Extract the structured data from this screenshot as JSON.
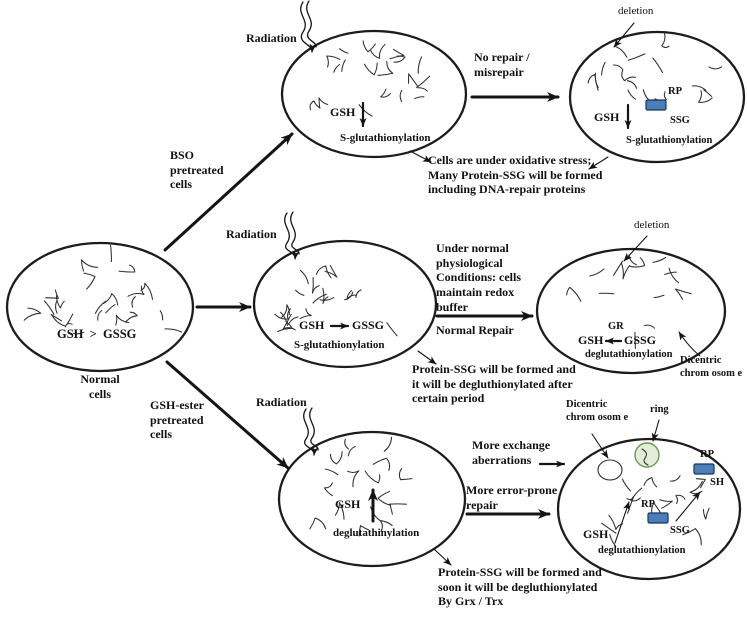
{
  "colors": {
    "ink": "#141414",
    "protein_fill": "#4a7ebb",
    "protein_edge": "#17365d",
    "ring_fill": "#dcead2",
    "ring_edge": "#6b9a57"
  },
  "radiation_label": "Radiation",
  "normal_cell": {
    "state": "GSH  >  GSSG",
    "label": "Normal\ncells"
  },
  "branches": {
    "bso": "BSO\npretreated\ncells",
    "gsh_ester": "GSH-ester\npretreated\ncells"
  },
  "top_row": {
    "irradiated": {
      "gsh": "GSH",
      "process": "S-glutathionylation"
    },
    "transition": "No repair /\nmisrepair",
    "result": {
      "deletion": "deletion",
      "gsh": "GSH",
      "rp": "RP",
      "ssg": "SSG",
      "process": "S-glutathionylation"
    },
    "caption": "Cells are under oxidative stress;\nMany Protein-SSG will be formed\nincluding DNA-repair proteins"
  },
  "middle_row": {
    "irradiated": {
      "gsh": "GSH",
      "gssg": "GSSG",
      "process": "S-glutathionylation"
    },
    "transition": "Under normal\nphysiological\nConditions: cells\nmaintain redox\nbuffer",
    "transition2": "Normal Repair",
    "result": {
      "deletion": "deletion",
      "gr": "GR",
      "gsh": "GSH",
      "gssg": "GSSG",
      "process": "deglutathionylation",
      "dicentric": "Dicentric\nchrom osom e"
    },
    "caption": "Protein-SSG will be formed and\nit will be degluthionylated after\ncertain period"
  },
  "bottom_row": {
    "irradiated": {
      "gsh": "GSH",
      "process": "deglutathinylation"
    },
    "transition1": "More exchange\naberrations",
    "transition2": "More error-prone\nrepair",
    "result": {
      "dicentric": "Dicentric\nchrom osom e",
      "ring": "ring",
      "rp1": "RP",
      "sh": "SH",
      "rp2": "RP",
      "ssg": "SSG",
      "gsh": "GSH",
      "process": "deglutathionylation"
    },
    "caption": "Protein-SSG will be formed and\nsoon it will be degluthionylated\nBy Grx / Trx"
  }
}
